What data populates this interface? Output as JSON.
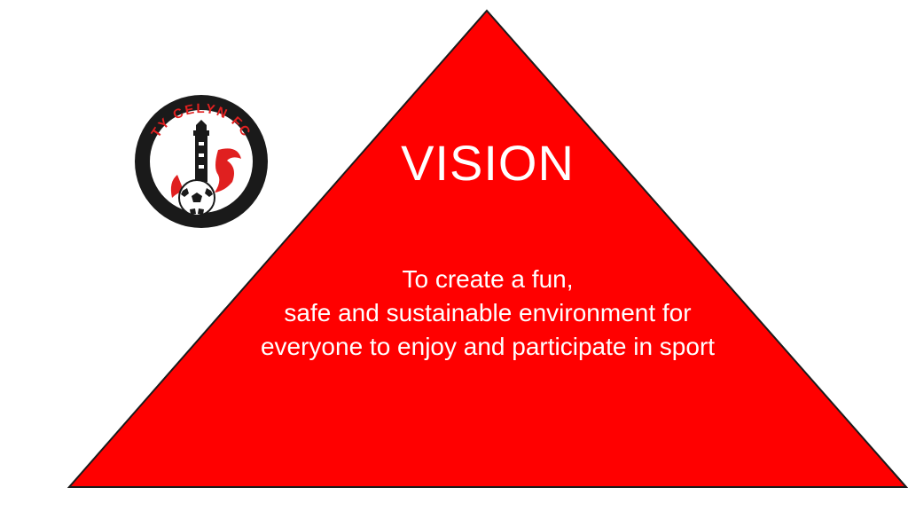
{
  "slide": {
    "title": "VISION",
    "lines": [
      "To create a fun,",
      "safe and sustainable environment for",
      "everyone to enjoy and participate in sport"
    ]
  },
  "logo": {
    "text": "TY CELYN FC",
    "icon": "club-crest-icon"
  },
  "colors": {
    "pyramid": "#ff0000",
    "text": "#ffffff",
    "logo_ring": "#1a1a1a",
    "logo_accent": "#e02020"
  }
}
